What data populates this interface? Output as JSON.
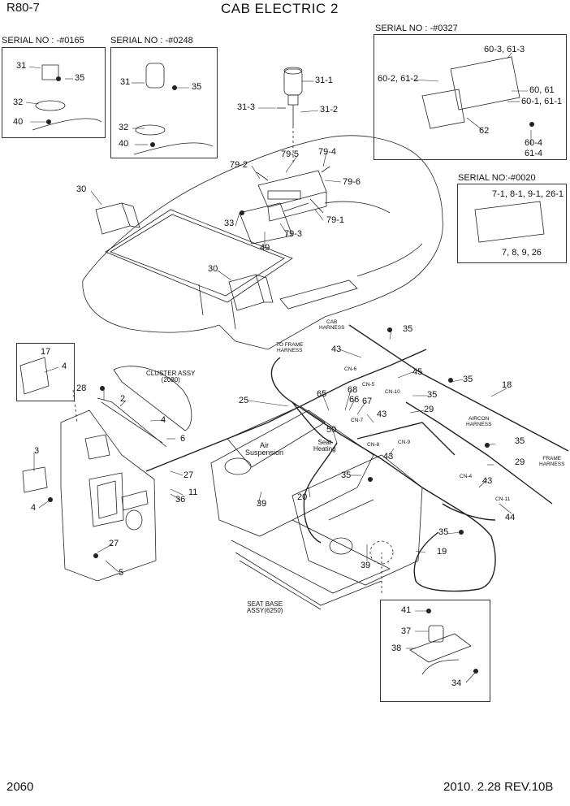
{
  "header": {
    "model": "R80-7",
    "title": "CAB ELECTRIC 2"
  },
  "footer": {
    "page_number": "2060",
    "revision": "2010. 2.28  REV.10B"
  },
  "inset_captions": {
    "serial_0165": "SERIAL NO : -#0165",
    "serial_0248": "SERIAL NO : -#0248",
    "serial_0327": "SERIAL NO : -#0327",
    "serial_0020": "SERIAL NO:-#0020"
  },
  "notes": {
    "cab_harness": "CAB\nHARNESS",
    "to_frame_harness": "TO FRAME\nHARNESS",
    "cluster_assy": "CLUSTER ASSY\n(2080)",
    "aircon_harness": "AIRCON\nHARNESS",
    "frame_harness": "FRAME\nHARNESS",
    "seat_base_assy": "SEAT BASE\nASSY(6250)",
    "air_suspension": "Air\nSuspension",
    "seat_heating": "Seat\nHeating",
    "cn6": "CN-6",
    "cn5": "CN-5",
    "cn10": "CN-10",
    "cn7": "CN-7",
    "cn8": "CN-8",
    "cn9": "CN-9",
    "cn4": "CN-4",
    "cn11": "CN-11"
  },
  "part_labels": {
    "p31_a": "31",
    "p35_a": "35",
    "p32_a": "32",
    "p40_a": "40",
    "p31_b": "31",
    "p35_b": "35",
    "p32_b": "32",
    "p40_b": "40",
    "p31_1": "31-1",
    "p31_3": "31-3",
    "p31_2": "31-2",
    "p60_3": "60-3, 61-3",
    "p60_2": "60-2, 61-2",
    "p60_61": "60, 61",
    "p60_1": "60-1, 61-1",
    "p62": "62",
    "p60_4": "60-4",
    "p61_4": "61-4",
    "p79_2": "79-2",
    "p79_5": "79-5",
    "p79_4": "79-4",
    "p79_6": "79-6",
    "p79_1": "79-1",
    "p79_3": "79-3",
    "p33": "33",
    "p49": "49",
    "p30_a": "30",
    "p30_b": "30",
    "p7_1": "7-1, 8-1, 9-1, 26-1",
    "p7_8": "7, 8, 9, 26",
    "p17": "17",
    "p4_a": "4",
    "p28": "28",
    "p2": "2",
    "p4_b": "4",
    "p6": "6",
    "p3": "3",
    "p4_c": "4",
    "p27_a": "27",
    "p11": "11",
    "p36": "36",
    "p27_b": "27",
    "p5": "5",
    "p35_c": "35",
    "p43_a": "43",
    "p45": "45",
    "p35_d": "35",
    "p35_e": "35",
    "p18": "18",
    "p25": "25",
    "p65": "65",
    "p68": "68",
    "p66": "66",
    "p67": "67",
    "p29_a": "29",
    "p43_b": "43",
    "p50": "50",
    "p43_c": "43",
    "p35_f": "35",
    "p35_g": "35",
    "p29_b": "29",
    "p43_d": "43",
    "p44": "44",
    "p39_a": "39",
    "p20": "20",
    "p35_h": "35",
    "p19": "19",
    "p39_b": "39",
    "p41": "41",
    "p37": "37",
    "p38": "38",
    "p34": "34"
  },
  "colors": {
    "line": "#222222",
    "paper": "#ffffff"
  }
}
